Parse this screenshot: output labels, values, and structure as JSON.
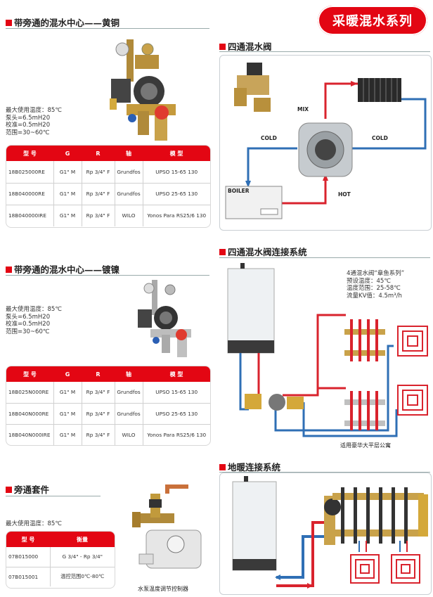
{
  "badge": "采暖混水系列",
  "sections": {
    "brass": "带旁通的混水中心——黄铜",
    "nickel": "带旁通的混水中心——镀镍",
    "bypass": "旁通套件",
    "four_way": "四通混水阀",
    "four_way_sys": "四通混水阀连接系统",
    "floor": "地暖连接系统"
  },
  "brass_specs": [
    "最大使用温度：85℃",
    "泵头=6.5mH20",
    "校准=0.5mH20",
    "范围=30~60℃"
  ],
  "nickel_specs": [
    "最大使用温度：85℃",
    "泵头=6.5mH20",
    "校准=0.5mH20",
    "范围=30~60℃"
  ],
  "bypass_specs": [
    "最大使用温度：85℃"
  ],
  "table_headers": [
    "型 号",
    "G",
    "R",
    "轴",
    "模 型"
  ],
  "brass_rows": [
    [
      "18B025000RE",
      "G1\" M",
      "Rp 3/4\" F",
      "Grundfos",
      "UPSO 15-65 130"
    ],
    [
      "18B040000RE",
      "G1\" M",
      "Rp 3/4\" F",
      "Grundfos",
      "UPSO 25-65 130"
    ],
    [
      "18B040000IRE",
      "G1\" M",
      "Rp 3/4\" F",
      "WILO",
      "Yonos Para RS25/6 130"
    ]
  ],
  "nickel_rows": [
    [
      "18B025N000RE",
      "G1\" M",
      "Rp 3/4\" F",
      "Grundfos",
      "UPSO 15-65 130"
    ],
    [
      "18B040N000RE",
      "G1\" M",
      "Rp 3/4\" F",
      "Grundfos",
      "UPSO 25-65 130"
    ],
    [
      "18B040N000IRE",
      "G1\" M",
      "Rp 3/4\" F",
      "WILO",
      "Yonos Para RS25/6 130"
    ]
  ],
  "bypass_headers": [
    "型 号",
    "衡量"
  ],
  "bypass_rows": [
    [
      "07B015000",
      "G 3/4\" - Rp 3/4\""
    ],
    [
      "07B015001",
      "温控范围0℃-80℃"
    ]
  ],
  "bypass_caption": "水泵温度调节控制器",
  "diagram1": {
    "mix": "MIX",
    "cold_left": "COLD",
    "cold_right": "COLD",
    "boiler": "BOILER",
    "hot": "HOT"
  },
  "diagram2": {
    "notes": [
      "4通混水阀“章鱼系列”",
      "预设温度：45℃",
      "温度范围：25-58℃",
      "流量KV值：4.5m³/h"
    ],
    "caption": "适用豪华大平层公寓"
  },
  "colors": {
    "accent": "#e30613",
    "hot_pipe": "#d9232d",
    "cold_pipe": "#2f6fb5"
  }
}
